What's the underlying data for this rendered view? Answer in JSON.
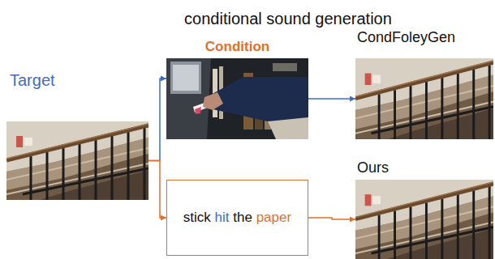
{
  "diagram": {
    "title": "conditional sound generation",
    "nodes": [
      {
        "text": [
          "Target"
        ]
      },
      {
        "text": [
          "Condition"
        ]
      },
      {
        "text": [
          "CondFoleyGen"
        ]
      },
      {
        "text": [
          "stick hit the paper"
        ]
      },
      {
        "text": [
          "Ours"
        ]
      }
    ],
    "edges": [
      {
        "from": 0,
        "to": 1,
        "arrow": "to"
      },
      {
        "from": 1,
        "to": 2,
        "arrow": "to"
      },
      {
        "from": 0,
        "to": 3,
        "arrow": "to"
      },
      {
        "from": 3,
        "to": 4,
        "arrow": "to"
      }
    ]
  }
}
